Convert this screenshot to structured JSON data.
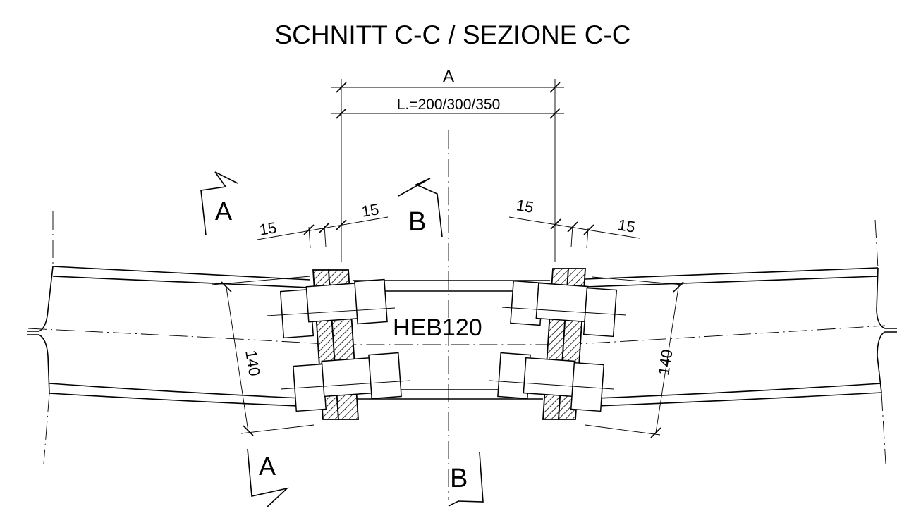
{
  "title": "SCHNITT C-C / SEZIONE C-C",
  "dimensions": {
    "overall_label": "A",
    "length_label": "L.=200/300/350",
    "gap_left_outer": "15",
    "gap_left_inner": "15",
    "gap_right_inner": "15",
    "gap_right_outer": "15",
    "height_left": "140",
    "height_right": "140"
  },
  "section_markers": {
    "a_top": "A",
    "a_bottom": "A",
    "b_top": "B",
    "b_bottom": "B"
  },
  "profile_label": "HEB120"
}
